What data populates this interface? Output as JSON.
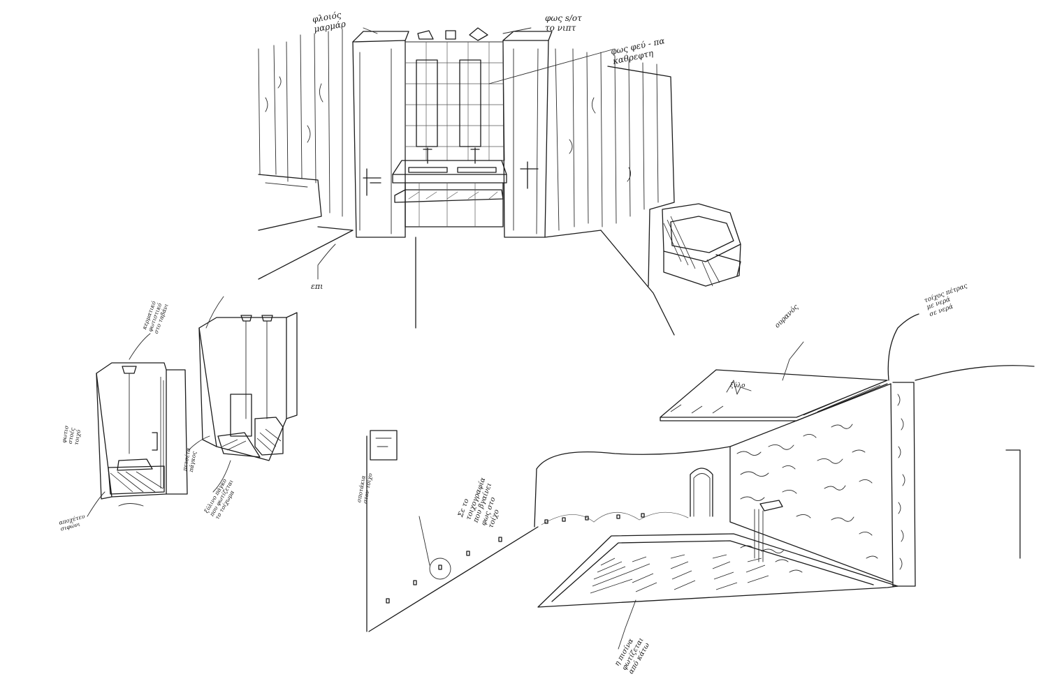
{
  "sketch": {
    "paper_color": "#ffffff",
    "ink_color": "#1a1a1a",
    "annotations": {
      "top_left_material": "φλοιός\nμαρμάρ",
      "top_light": "φως s/oτ\nτο νιπτ",
      "top_right_light": "φως φεύ - πα\nκαθρεφτη",
      "floor": "επι"
    },
    "shower_notes": {
      "ceiling_light": "κερματικό\nφωτιστικό\nστο ταβάνι",
      "left_wall": "φωτισ\nστοές\nτοιχό",
      "bench": "πετσέτα\nπάγκος",
      "floor_drain": "αποχέτευ\nσιφώνι",
      "right_bench": "ξύλινο πάγκο\nπου φωτίζεται\nτο τοίχωμα"
    },
    "pool_notes": {
      "sky": "ουρανός",
      "stone_wall": "τοίχος πέτρας\nμε νερά\nσε νερά",
      "roof": "ξύλο",
      "side_wall": "σποτάκια\nστον τοίχο",
      "center_wall": "Σε το\nτοιχογραφία\nπου βγαίνει\nφως στο\nτοίχο",
      "bottom": "η πισίνα\nφωτίζεται\nαπό κάτω"
    }
  }
}
